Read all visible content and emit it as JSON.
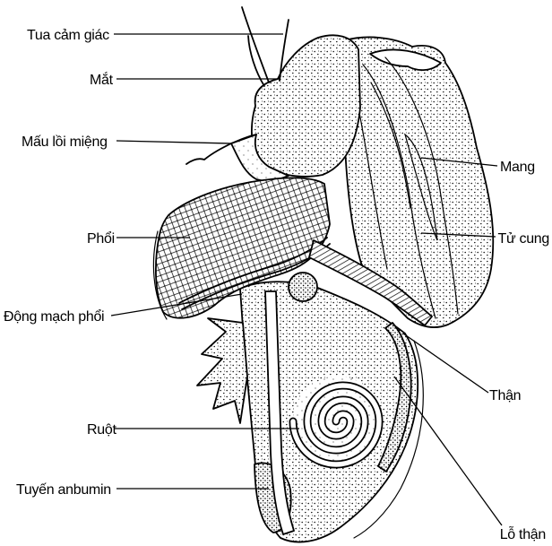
{
  "colors": {
    "ink": "#000000",
    "background": "#ffffff"
  },
  "labels": {
    "tentacle": "Tua cảm giác",
    "eye": "Mắt",
    "mouth_papilla": "Mấu lồi miệng",
    "lung": "Phổi",
    "pulmonary_artery": "Động mạch phổi",
    "intestine": "Ruột",
    "albumin_gland": "Tuyến anbumin",
    "gill": "Mang",
    "uterus": "Tử cung",
    "kidney": "Thận",
    "kidney_pore": "Lỗ thận"
  }
}
